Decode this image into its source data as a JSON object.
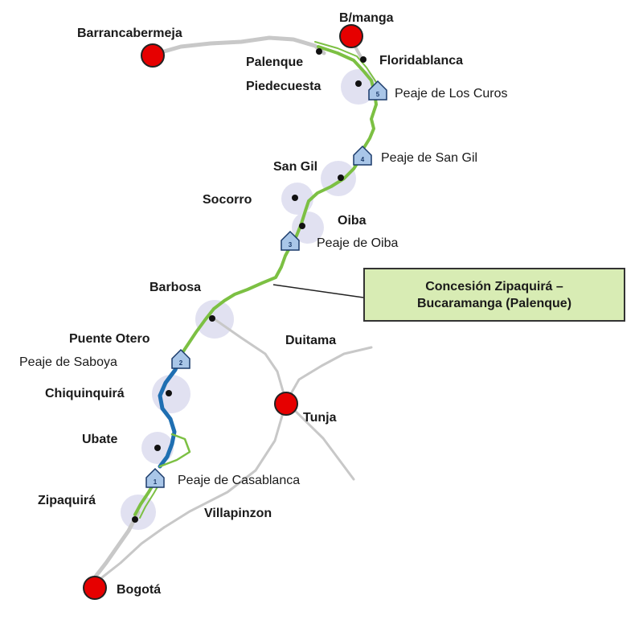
{
  "colors": {
    "road_gray": "#c8c8c8",
    "route_green": "#7cc043",
    "route_blue": "#1f6fb2",
    "capital_red": "#e60000",
    "halo": "#dcdcef",
    "toll_fill": "#a9c6e8",
    "callout_fill": "#d8ecb4"
  },
  "capitals": [
    {
      "id": "barrancabermeja",
      "name": "Barrancabermeja"
    },
    {
      "id": "bmanga",
      "name": "B/manga"
    },
    {
      "id": "tunja",
      "name": "Tunja"
    },
    {
      "id": "bogota",
      "name": "Bogotá"
    }
  ],
  "towns": [
    {
      "id": "palenque",
      "name": "Palenque"
    },
    {
      "id": "floridablanca",
      "name": "Floridablanca"
    },
    {
      "id": "piedecuesta",
      "name": "Piedecuesta"
    },
    {
      "id": "san-gil",
      "name": "San Gil"
    },
    {
      "id": "socorro",
      "name": "Socorro"
    },
    {
      "id": "oiba",
      "name": "Oiba"
    },
    {
      "id": "barbosa",
      "name": "Barbosa"
    },
    {
      "id": "puente-otero",
      "name": "Puente Otero"
    },
    {
      "id": "duitama",
      "name": "Duitama"
    },
    {
      "id": "chiquinquira",
      "name": "Chiquinquirá"
    },
    {
      "id": "ubate",
      "name": "Ubate"
    },
    {
      "id": "zipaquira",
      "name": "Zipaquirá"
    },
    {
      "id": "villapinzon",
      "name": "Villapinzon"
    }
  ],
  "tolls": [
    {
      "id": "los-curos",
      "number": "5",
      "name": "Peaje de Los Curos"
    },
    {
      "id": "san-gil",
      "number": "4",
      "name": "Peaje de San Gil"
    },
    {
      "id": "oiba",
      "number": "3",
      "name": "Peaje de Oiba"
    },
    {
      "id": "saboya",
      "number": "2",
      "name": "Peaje de Saboya"
    },
    {
      "id": "casablanca",
      "number": "1",
      "name": "Peaje de Casablanca"
    }
  ],
  "callout": {
    "line1": "Concesión Zipaquirá –",
    "line2": "Bucaramanga (Palenque)"
  }
}
